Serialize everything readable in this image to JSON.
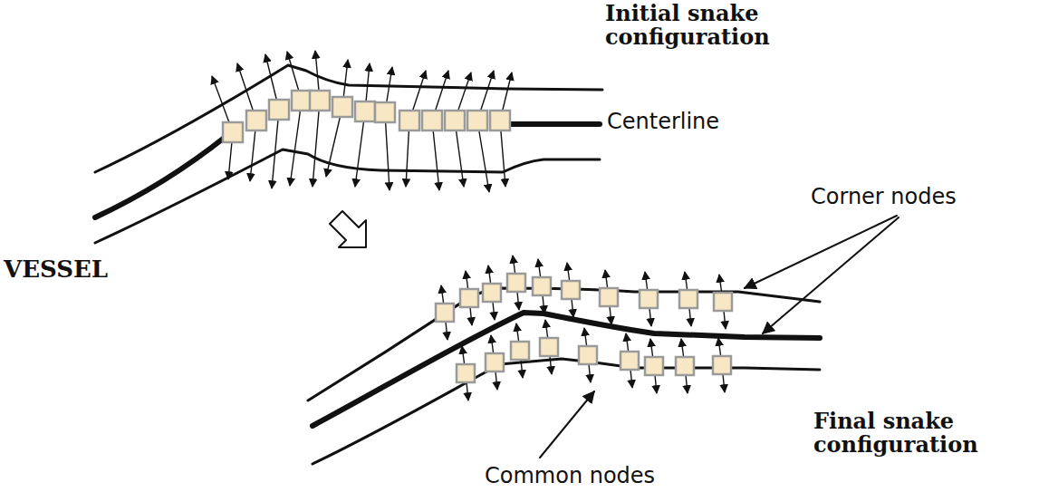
{
  "diagram": {
    "labels": [
      "Initial snake configuration",
      "Centerline",
      "VESSEL",
      "Corner nodes",
      "Common nodes",
      "Final snake configuration"
    ]
  }
}
